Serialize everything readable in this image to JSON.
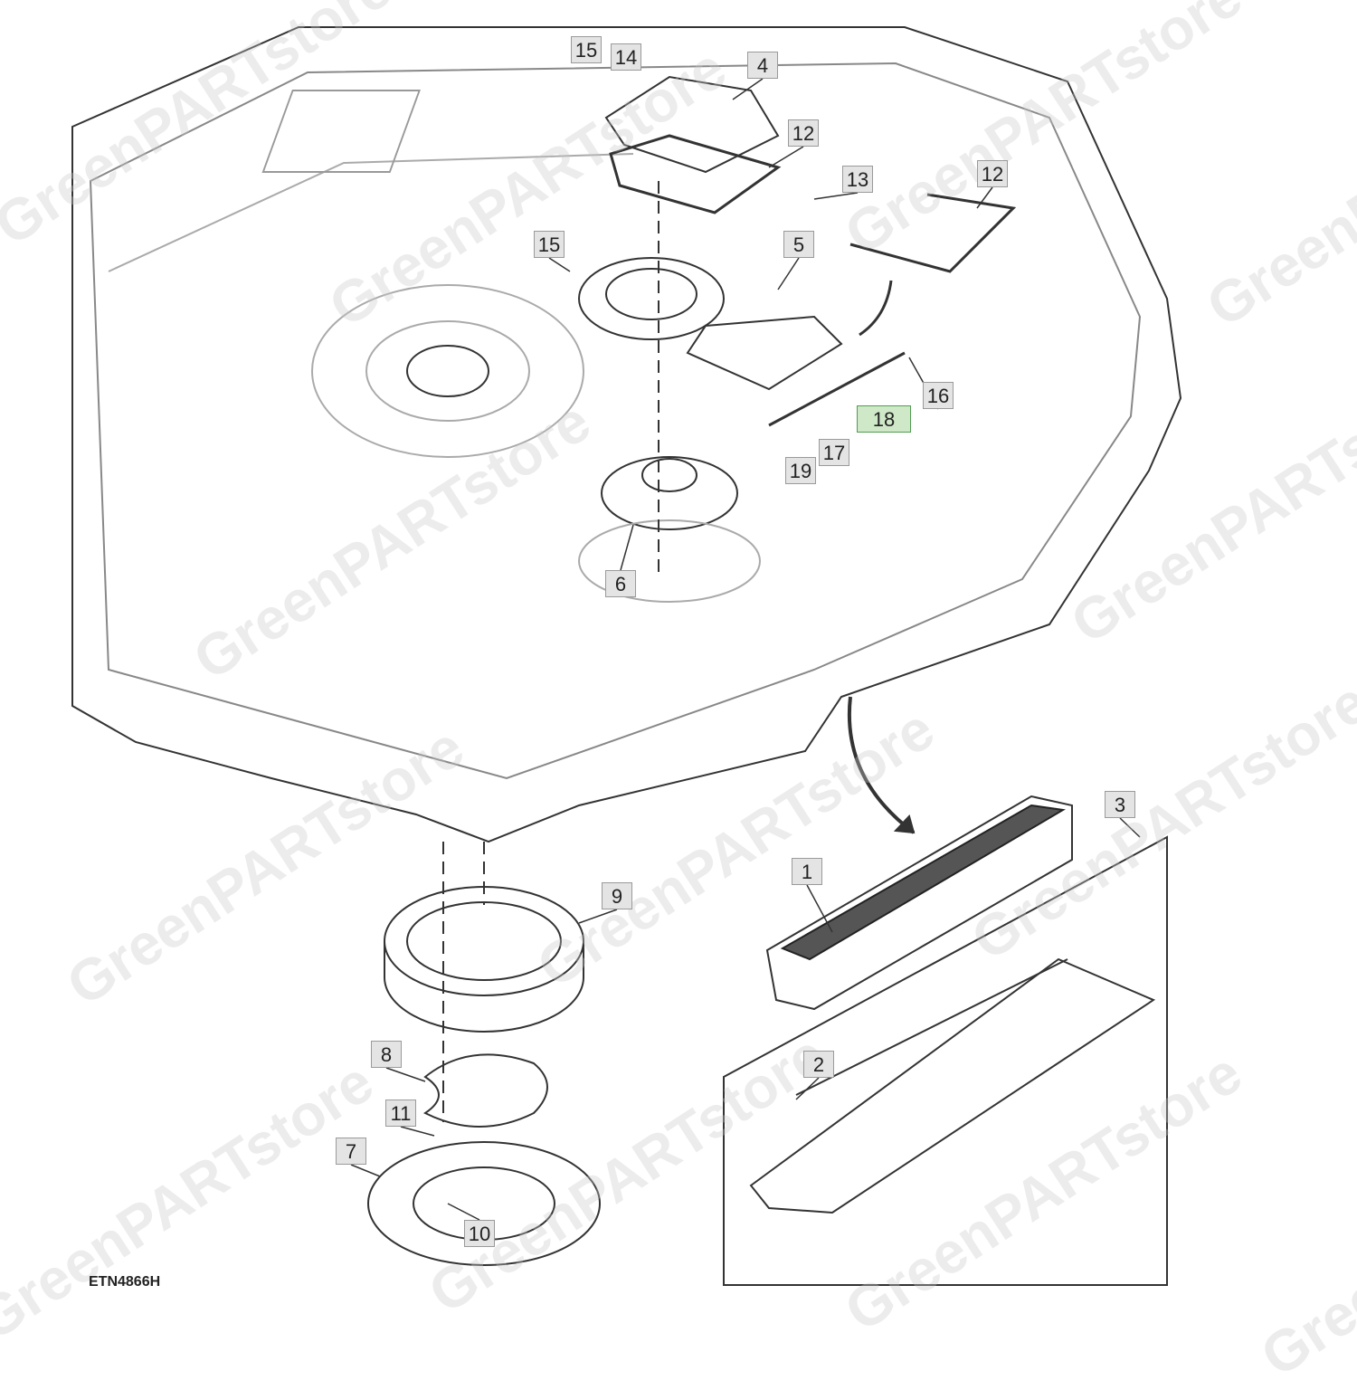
{
  "figure_id": "ETN4866H",
  "watermark": "GreenPARTstore",
  "highlight_color": "#cfe8c8",
  "callouts": [
    {
      "label": "15",
      "hl": false
    },
    {
      "label": "14",
      "hl": false
    },
    {
      "label": "4",
      "hl": false
    },
    {
      "label": "12",
      "hl": false
    },
    {
      "label": "13",
      "hl": false
    },
    {
      "label": "12",
      "hl": false
    },
    {
      "label": "15",
      "hl": false
    },
    {
      "label": "5",
      "hl": false
    },
    {
      "label": "16",
      "hl": false
    },
    {
      "label": "18",
      "hl": true
    },
    {
      "label": "17",
      "hl": false
    },
    {
      "label": "19",
      "hl": false
    },
    {
      "label": "6",
      "hl": false
    },
    {
      "label": "3",
      "hl": false
    },
    {
      "label": "1",
      "hl": false
    },
    {
      "label": "9",
      "hl": false
    },
    {
      "label": "2",
      "hl": false
    },
    {
      "label": "8",
      "hl": false
    },
    {
      "label": "11",
      "hl": false
    },
    {
      "label": "7",
      "hl": false
    },
    {
      "label": "10",
      "hl": false
    }
  ]
}
